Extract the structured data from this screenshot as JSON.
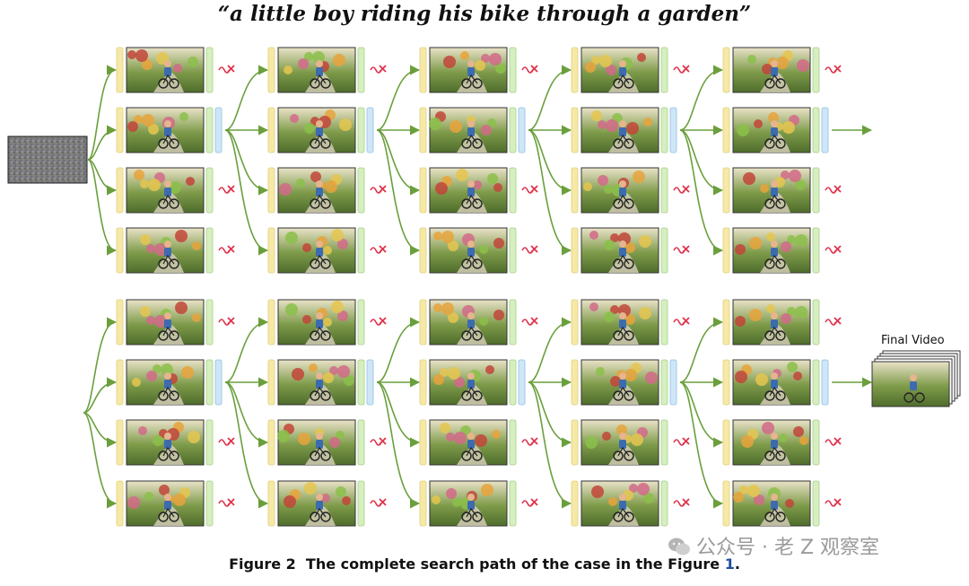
{
  "title": "“a little boy riding his bike through a garden”",
  "final_label": "Final Video",
  "caption": {
    "figure": "Figure 2",
    "text": "The complete search path of the case in the Figure ",
    "ref": "1",
    "end": "."
  },
  "watermark": "公众号 · 老 Z 观察室",
  "colors": {
    "arrow": "#6a9f3c",
    "reject": "#e0334c",
    "bar_yellow": "#f6e9a8",
    "bar_green": "#d6efc0",
    "bar_blue": "#cfe6f7",
    "noise": "#7a7a7a"
  },
  "panels": [
    {
      "name": "top",
      "selected_rows": [
        1,
        1,
        1,
        1,
        1
      ]
    },
    {
      "name": "bottom",
      "selected_rows": [
        1,
        1,
        1,
        1,
        1
      ]
    }
  ],
  "icons": {
    "reject": "reject-icon",
    "arrow": "arrow-icon",
    "noise": "noise-image",
    "wechat": "wechat-icon"
  }
}
